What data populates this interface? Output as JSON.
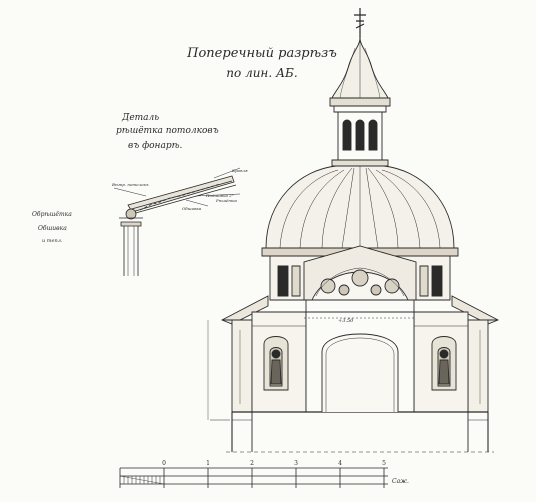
{
  "drawing": {
    "title_line1": "Поперечный разрѣзъ",
    "title_line2": "по лин. АБ.",
    "detail_line1": "Деталь",
    "detail_line2": "рѣшётка потолковъ",
    "detail_line3": "въ фонарѣ.",
    "left_note_line1": "Обрѣшётка",
    "left_note_line2": "Обшивка",
    "left_note_line3": "и тепл.",
    "detail_callouts": [
      "Кровля",
      "Обшивка",
      "Подшивка 2\"",
      "Рѣшётка",
      "Вѣтр. потолокъ"
    ],
    "level_mark": "+3.50",
    "scale_labels": [
      "0",
      "1",
      "2",
      "3",
      "4",
      "5"
    ],
    "scale_caption": "Саж."
  },
  "colors": {
    "ink": "#2a2a2a",
    "paper": "#fbfbf8",
    "tint": "#d8d2c4"
  }
}
